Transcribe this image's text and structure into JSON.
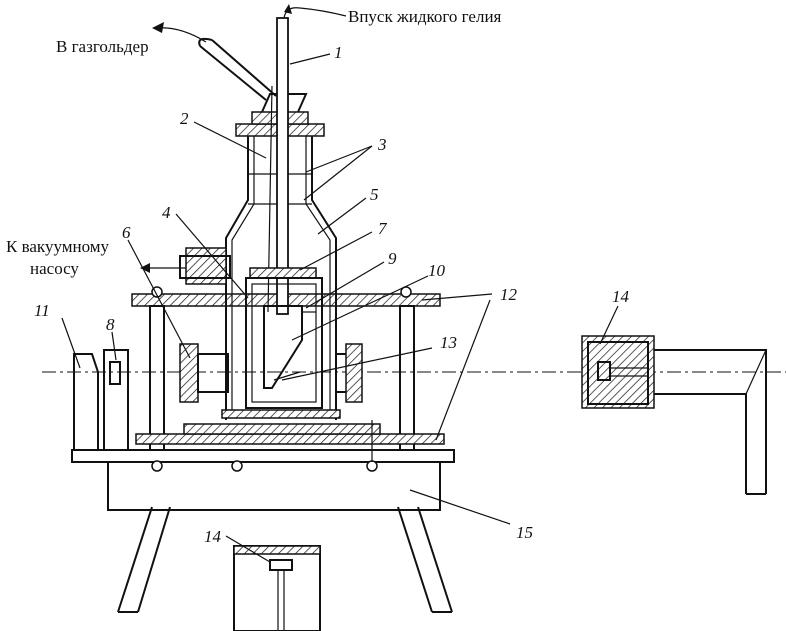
{
  "labels": {
    "helium_inlet": "Впуск жидкого гелия",
    "gasholder": "В газгольдер",
    "vacuum_pump_line1": "К вакуумному",
    "vacuum_pump_line2": "насосу"
  },
  "numbers": {
    "n1": "1",
    "n2": "2",
    "n3": "3",
    "n4": "4",
    "n5": "5",
    "n6": "6",
    "n7": "7",
    "n8": "8",
    "n9": "9",
    "n10": "10",
    "n11": "11",
    "n12": "12",
    "n13": "13",
    "n14a": "14",
    "n14b": "14",
    "n15": "15"
  }
}
